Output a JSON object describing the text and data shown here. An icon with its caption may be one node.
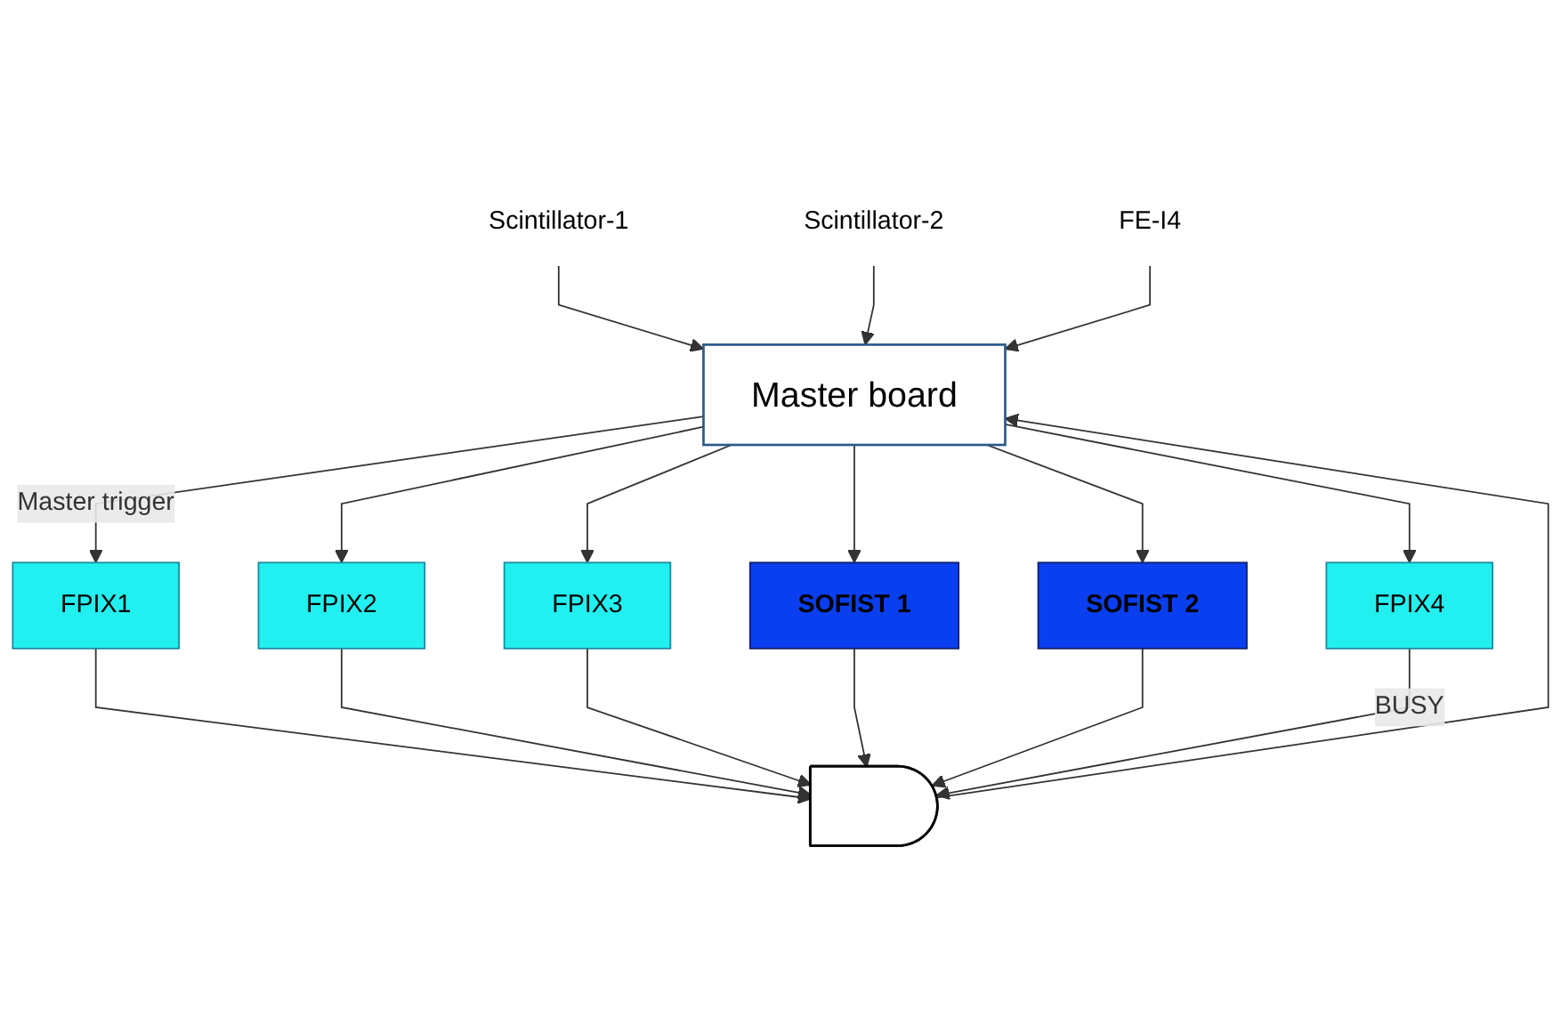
{
  "diagram": {
    "nodes": [
      {
        "text": [
          "Master board"
        ]
      },
      {
        "text": [],
        "shape": "gate"
      },
      {
        "text": [
          "FPIX1"
        ]
      },
      {
        "text": [
          "FPIX2"
        ]
      },
      {
        "text": [
          "FPIX3"
        ]
      },
      {
        "text": [
          "SOFIST 1"
        ]
      },
      {
        "text": [
          "SOFIST 2"
        ]
      },
      {
        "text": [
          "FPIX4"
        ]
      },
      {
        "text": [
          "Scintillator-1"
        ]
      },
      {
        "text": [
          "Scintillator-2"
        ]
      },
      {
        "text": [
          "FE-I4"
        ]
      }
    ],
    "edges": [
      {
        "from": 8,
        "to": 0,
        "arrow": "to"
      },
      {
        "from": 9,
        "to": 0,
        "arrow": "to"
      },
      {
        "from": 10,
        "to": 0,
        "arrow": "to"
      },
      {
        "from": 1,
        "to": 0,
        "arrow": "to"
      },
      {
        "from": 0,
        "to": 2,
        "arrow": "to",
        "label": "Master trigger"
      },
      {
        "from": 0,
        "to": 3,
        "arrow": "to"
      },
      {
        "from": 0,
        "to": 4,
        "arrow": "to"
      },
      {
        "from": 0,
        "to": 5,
        "arrow": "to"
      },
      {
        "from": 0,
        "to": 6,
        "arrow": "to"
      },
      {
        "from": 0,
        "to": 7,
        "arrow": "to"
      },
      {
        "from": 2,
        "to": 1,
        "arrow": "to"
      },
      {
        "from": 3,
        "to": 1,
        "arrow": "to"
      },
      {
        "from": 4,
        "to": 1,
        "arrow": "to"
      },
      {
        "from": 5,
        "to": 1,
        "arrow": "to"
      },
      {
        "from": 6,
        "to": 1,
        "arrow": "to"
      },
      {
        "from": 7,
        "to": 1,
        "arrow": "to",
        "label": "BUSY"
      }
    ]
  }
}
